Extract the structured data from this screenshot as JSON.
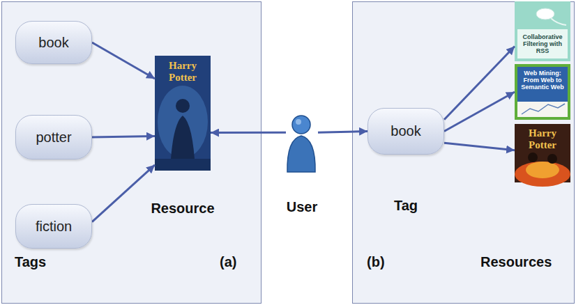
{
  "diagram": {
    "nodes": [
      {
        "text": [
          "Tags",
          "(a)"
        ]
      },
      {
        "text": [
          "book"
        ],
        "in": 0
      },
      {
        "text": [
          "potter"
        ],
        "in": 0
      },
      {
        "text": [
          "fiction"
        ],
        "in": 0
      },
      {
        "text": [
          "Harry Potter",
          "Resource"
        ],
        "in": 0
      },
      {
        "text": [
          "User"
        ]
      },
      {
        "text": [
          "(b)",
          "Resources"
        ]
      },
      {
        "text": [
          "book",
          "Tag"
        ],
        "in": 6
      },
      {
        "text": [
          "Collaborative Filtering with RSS"
        ],
        "in": 6
      },
      {
        "text": [
          "Web Mining: From Web to Semantic Web"
        ],
        "in": 6
      },
      {
        "text": [
          "Harry Potter"
        ],
        "in": 6
      }
    ],
    "edges": [
      {
        "from": 1,
        "to": 4,
        "arrow": "to"
      },
      {
        "from": 2,
        "to": 4,
        "arrow": "to"
      },
      {
        "from": 3,
        "to": 4,
        "arrow": "to"
      },
      {
        "from": 5,
        "to": 4,
        "arrow": "to"
      },
      {
        "from": 5,
        "to": 7,
        "arrow": "to"
      },
      {
        "from": 7,
        "to": 8,
        "arrow": "to"
      },
      {
        "from": 7,
        "to": 9,
        "arrow": "to"
      },
      {
        "from": 7,
        "to": 10,
        "arrow": "to"
      }
    ]
  }
}
